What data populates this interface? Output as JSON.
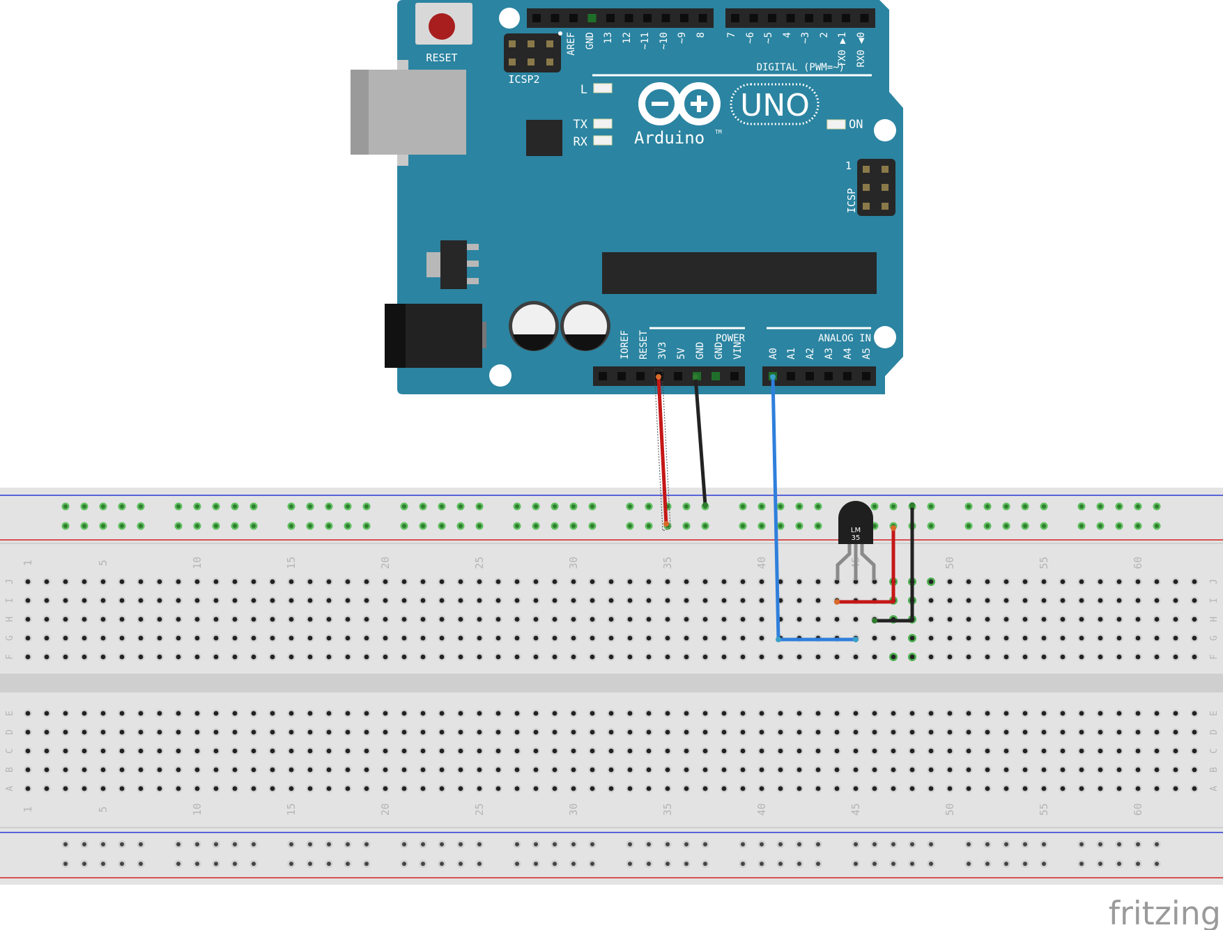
{
  "arduino": {
    "reset_label": "RESET",
    "icsp2_label": "ICSP2",
    "icsp_label": "ICSP",
    "icsp_pin1": "1",
    "digital_label": "DIGITAL (PWM=~)",
    "digital_pins": [
      "AREF",
      "GND",
      "13",
      "12",
      "~11",
      "~10",
      "~9",
      "8",
      "7",
      "~6",
      "~5",
      "4",
      "~3",
      "2",
      "TX0 ▶1",
      "RX0 ◀0"
    ],
    "led_labels": [
      "L",
      "TX",
      "RX"
    ],
    "on_label": "ON",
    "brand": "Arduino",
    "trademark": "TM",
    "model": "UNO",
    "power_label": "POWER",
    "power_pins": [
      "IOREF",
      "RESET",
      "3V3",
      "5V",
      "GND",
      "GND",
      "VIN"
    ],
    "analog_label": "ANALOG IN",
    "analog_pins": [
      "A0",
      "A1",
      "A2",
      "A3",
      "A4",
      "A5"
    ],
    "colors": {
      "board": "#2b84a1",
      "header": "#272727",
      "reset_button": "#a81e1e"
    }
  },
  "breadboard": {
    "column_numbers": [
      "1",
      "5",
      "10",
      "15",
      "20",
      "25",
      "30",
      "35",
      "40",
      "45",
      "50",
      "55",
      "60"
    ],
    "top_rows": [
      "J",
      "I",
      "H",
      "G",
      "F"
    ],
    "bottom_rows": [
      "E",
      "D",
      "C",
      "B",
      "A"
    ],
    "colors": {
      "body": "#e3e3e3",
      "hole": "#222222",
      "connected": "#4caf50",
      "rail_plus": "#d11f1f",
      "rail_minus": "#2a37d6"
    }
  },
  "sensor": {
    "label_line1": "LM",
    "label_line2": "35",
    "color": "#1f1f1f"
  },
  "wires": [
    {
      "name": "3v3-wire",
      "color": "#c51717",
      "from": "3V3",
      "to": "power-rail"
    },
    {
      "name": "gnd-wire",
      "color": "#222222",
      "from": "GND",
      "to": "ground-rail"
    },
    {
      "name": "a0-wire",
      "color": "#2f7fdc",
      "from": "A0",
      "to": "sensor-output"
    },
    {
      "name": "sensor-vcc-wire",
      "color": "#c51717",
      "from": "sensor-vcc",
      "to": "power-rail"
    },
    {
      "name": "sensor-gnd-wire",
      "color": "#222222",
      "from": "sensor-gnd",
      "to": "ground-rail"
    }
  ],
  "watermark": "fritzing"
}
